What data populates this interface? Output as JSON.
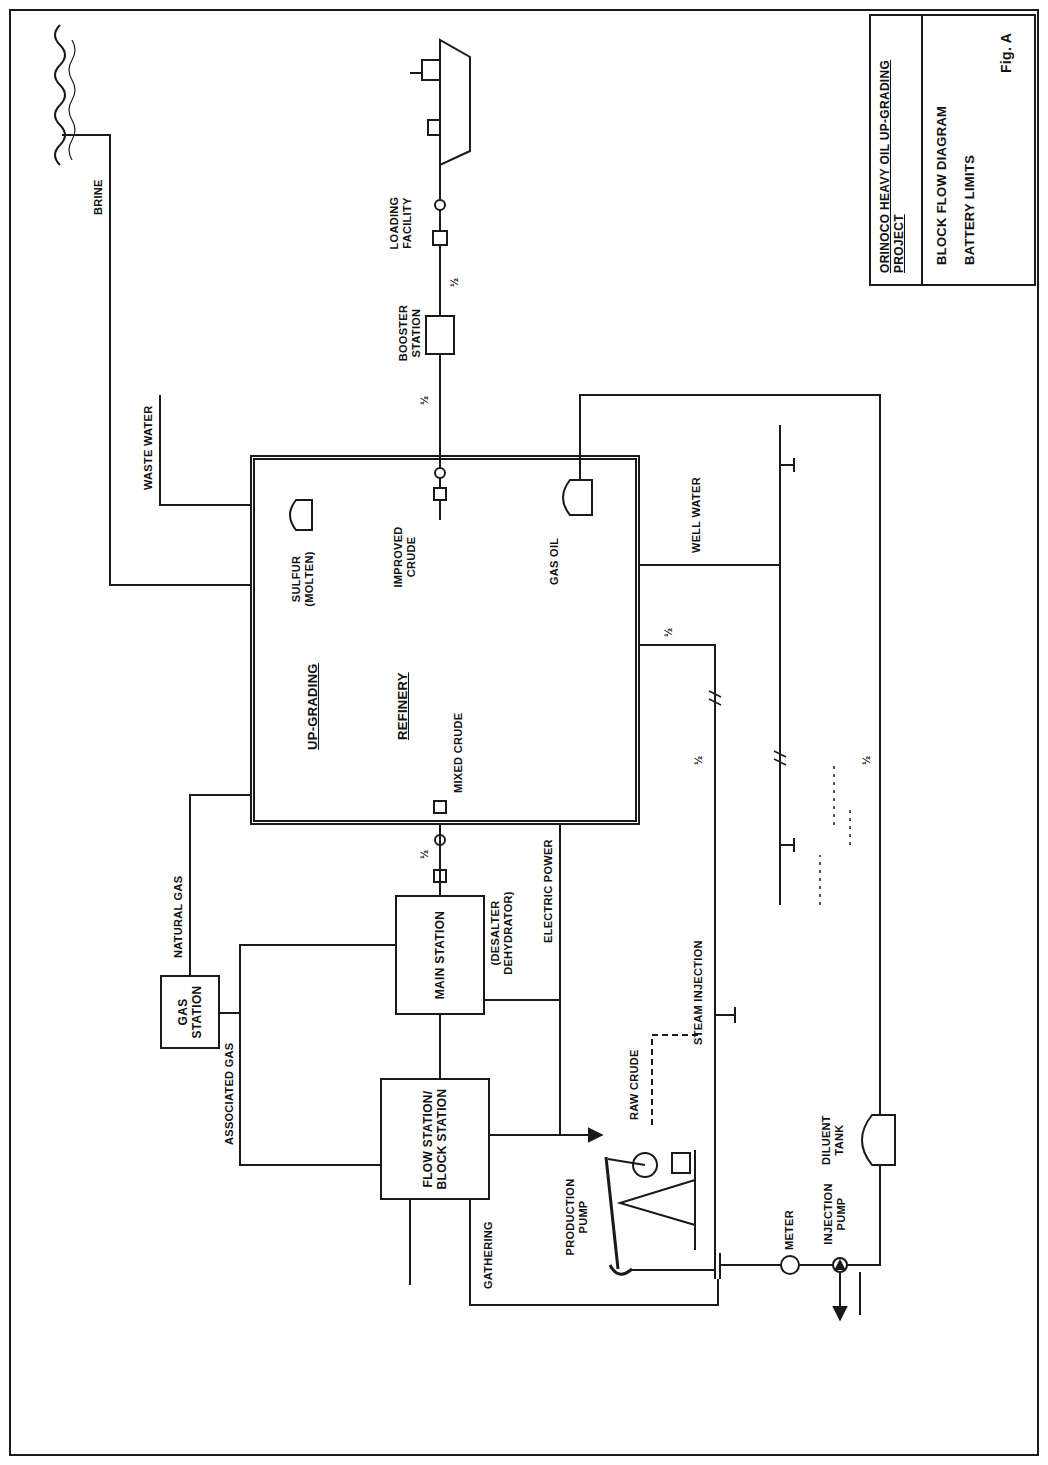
{
  "diagram": {
    "title": "ORINOCO HEAVY OIL UP-GRADING PROJECT",
    "nodes": [
      {
        "text": [
          "UP-GRADING",
          "REFINERY"
        ]
      },
      {
        "text": [
          "FLOW STATION/ BLOCK STATION"
        ]
      },
      {
        "text": [
          "MAIN STATION",
          "(DESALTER DEHYDRATOR)"
        ]
      },
      {
        "text": [
          "GAS STATION"
        ]
      },
      {
        "text": [
          "BOOSTER STATION"
        ]
      }
    ],
    "edges": [
      {
        "from": 1,
        "to": 2,
        "arrow": "none"
      },
      {
        "from": 1,
        "to": 3,
        "label": "ASSOCIATED GAS",
        "arrow": "none"
      },
      {
        "from": 2,
        "to": 3,
        "arrow": "none"
      },
      {
        "from": 3,
        "to": 0,
        "label": "NATURAL GAS",
        "arrow": "none"
      },
      {
        "from": 2,
        "to": 0,
        "arrow": "none"
      },
      {
        "from": 0,
        "to": 2,
        "label": "ELECTRIC POWER",
        "arrow": "none"
      },
      {
        "from": 0,
        "to": 1,
        "arrow": "none"
      },
      {
        "from": 0,
        "to": 4,
        "arrow": "none"
      }
    ],
    "labels": [
      "SULFUR (MOLTEN)",
      "IMPROVED CRUDE",
      "GAS OIL",
      "MIXED CRUDE",
      "BRINE",
      "WASTE WATER",
      "LOADING FACILITY",
      "STEAM INJECTION",
      "WELL WATER",
      "RAW CRUDE",
      "PRODUCTION PUMP",
      "GATHERING",
      "METER",
      "INJECTION PUMP",
      "DILUENT TANK",
      "BLOCK FLOW DIAGRAM",
      "BATTERY LIMITS",
      "Fig. A",
      "½",
      "½",
      "½",
      "½",
      "½",
      "½"
    ]
  }
}
